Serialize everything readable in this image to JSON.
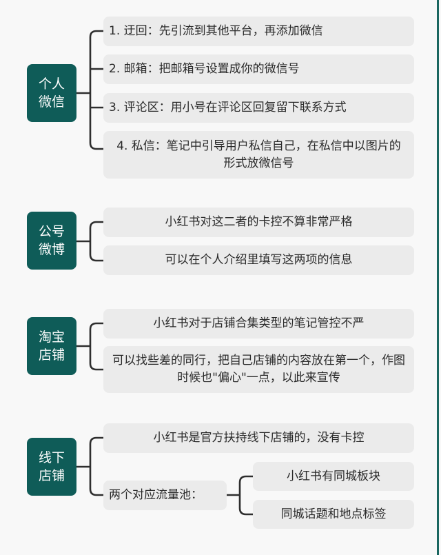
{
  "colors": {
    "background": "#f8f8f8",
    "root_fill": "#0f5c58",
    "node_fill": "#ebebeb",
    "connector": "#2e2e2e",
    "right_border": "#1a6660"
  },
  "sections": [
    {
      "root": "个人\n微信",
      "root_lines": [
        "个人",
        "微信"
      ],
      "children": [
        "1. 迂回：先引流到其他平台，再添加微信",
        "2. 邮箱：把邮箱号设置成你的微信号",
        "3. 评论区：用小号在评论区回复留下联系方式",
        "4. 私信：笔记中引导用户私信自己，在私信中以图片的形式放微信号"
      ]
    },
    {
      "root": "公号\n微博",
      "root_lines": [
        "公号",
        "微博"
      ],
      "children": [
        "小红书对这二者的卡控不算非常严格",
        "可以在个人介绍里填写这两项的信息"
      ]
    },
    {
      "root": "淘宝\n店铺",
      "root_lines": [
        "淘宝",
        "店铺"
      ],
      "children": [
        "小红书对于店铺合集类型的笔记管控不严",
        "可以找些差的同行，把自己店铺的内容放在第一个，作图时候也\"偏心\"一点，以此来宣传"
      ]
    },
    {
      "root": "线下\n店铺",
      "root_lines": [
        "线下",
        "店铺"
      ],
      "children": [
        "小红书是官方扶持线下店铺的，没有卡控",
        "两个对应流量池："
      ],
      "grandchildren": [
        "小红书有同城板块",
        "同城话题和地点标签"
      ]
    }
  ]
}
